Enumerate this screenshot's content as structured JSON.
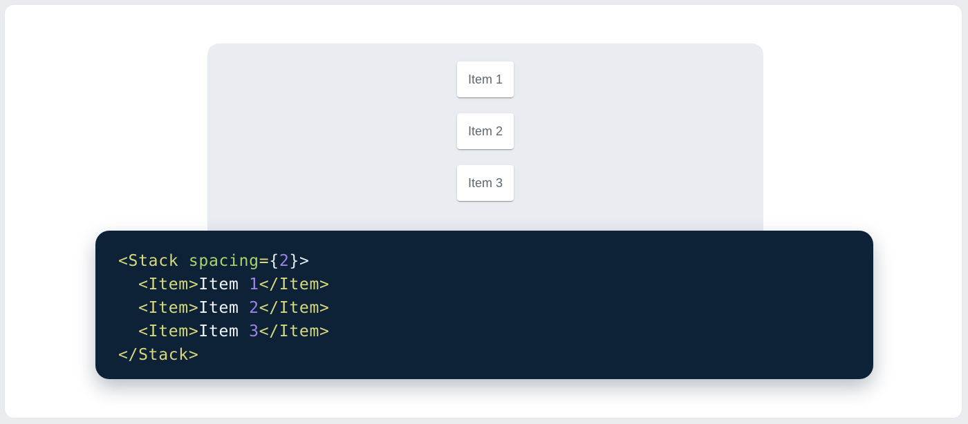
{
  "page": {
    "background": "#e9ebef",
    "card_background": "#ffffff"
  },
  "demo": {
    "panel_background": "#e9ecf1",
    "item_text_color": "#5f6770",
    "items": [
      {
        "label": "Item 1"
      },
      {
        "label": "Item 2"
      },
      {
        "label": "Item 3"
      }
    ]
  },
  "code": {
    "background": "#0d2137",
    "colors": {
      "tag": "#d6d97d",
      "attr": "#a5d66e",
      "number": "#9e84e6",
      "punctuation": "#e6ecf3",
      "text": "#f2f5f9"
    },
    "lines": [
      [
        {
          "t": "<Stack ",
          "c": "tag"
        },
        {
          "t": "spacing",
          "c": "attr"
        },
        {
          "t": "=",
          "c": "tag"
        },
        {
          "t": "{",
          "c": "punctuation"
        },
        {
          "t": "2",
          "c": "number"
        },
        {
          "t": "}",
          "c": "punctuation"
        },
        {
          "t": ">",
          "c": "punctuation"
        }
      ],
      [
        {
          "t": "  <Item>",
          "c": "tag"
        },
        {
          "t": "Item ",
          "c": "text"
        },
        {
          "t": "1",
          "c": "number"
        },
        {
          "t": "</Item>",
          "c": "tag"
        }
      ],
      [
        {
          "t": "  <Item>",
          "c": "tag"
        },
        {
          "t": "Item ",
          "c": "text"
        },
        {
          "t": "2",
          "c": "number"
        },
        {
          "t": "</Item>",
          "c": "tag"
        }
      ],
      [
        {
          "t": "  <Item>",
          "c": "tag"
        },
        {
          "t": "Item ",
          "c": "text"
        },
        {
          "t": "3",
          "c": "number"
        },
        {
          "t": "</Item>",
          "c": "tag"
        }
      ],
      [
        {
          "t": "</Stack>",
          "c": "tag"
        }
      ]
    ],
    "plain_text": "<Stack spacing={2}>\n  <Item>Item 1</Item>\n  <Item>Item 2</Item>\n  <Item>Item 3</Item>\n</Stack>"
  }
}
